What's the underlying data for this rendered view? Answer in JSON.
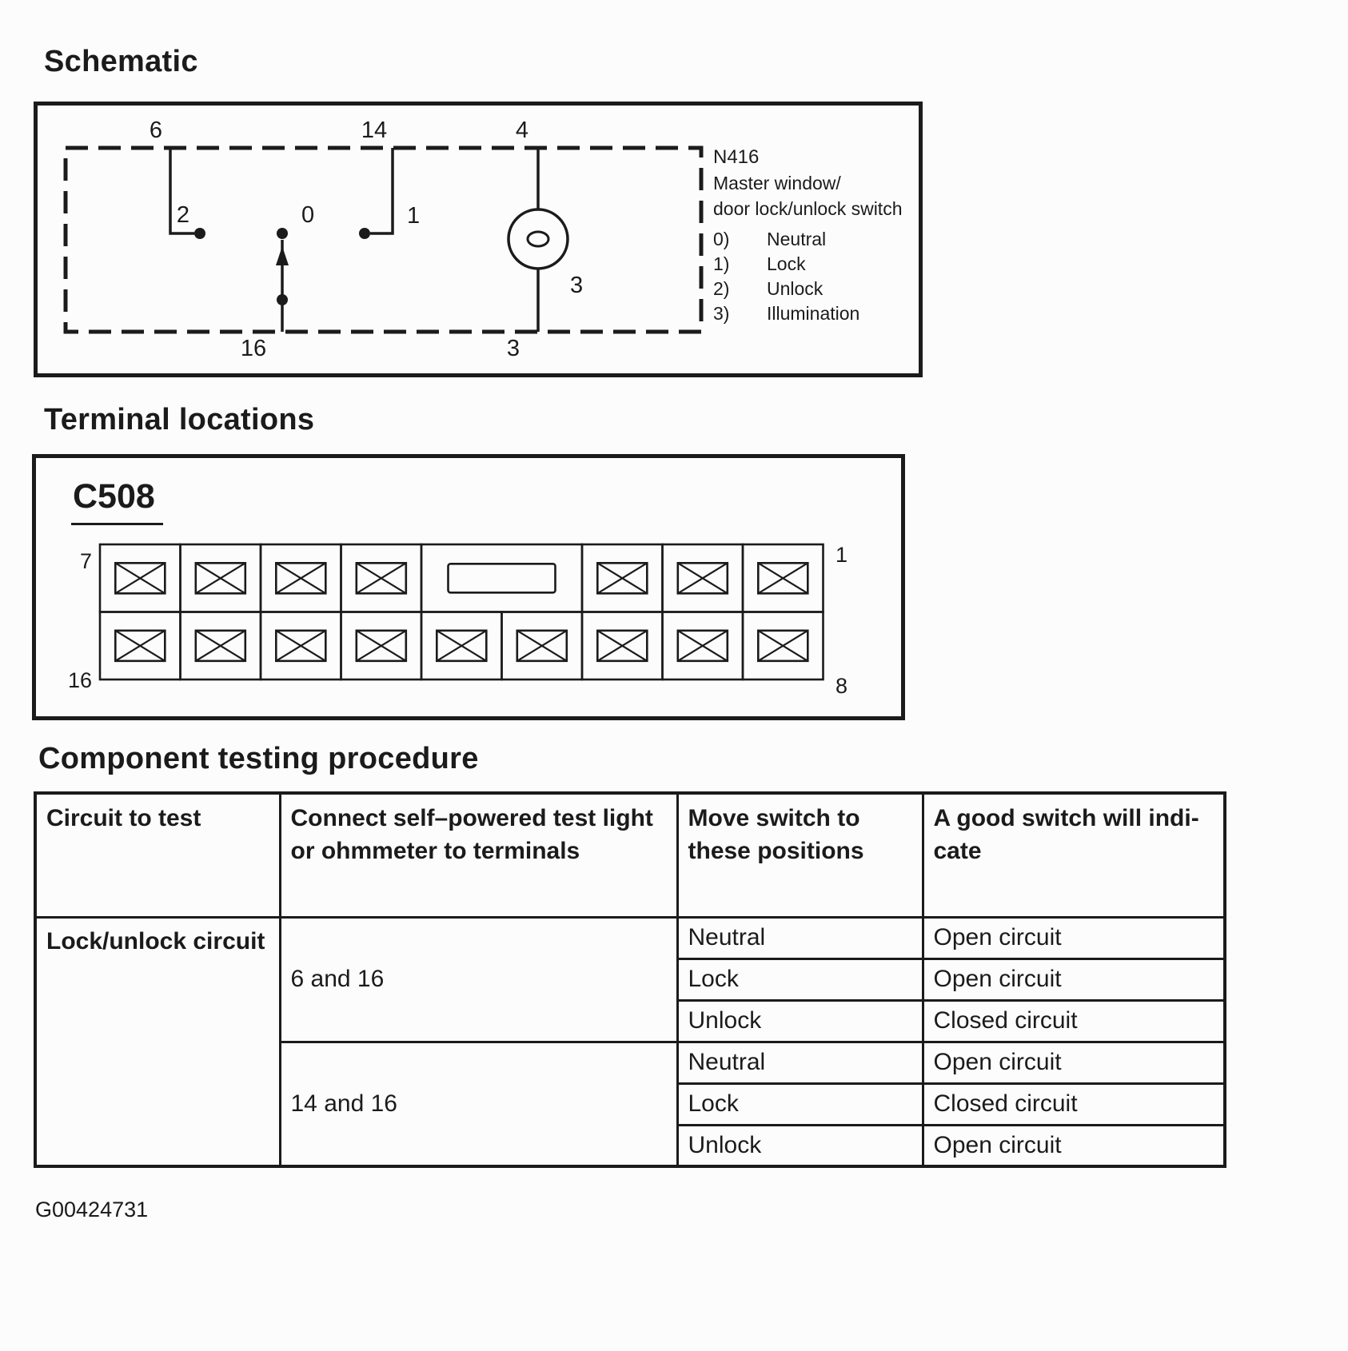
{
  "schematic": {
    "title": "Schematic",
    "component": {
      "id": "N416",
      "name_line1": "Master window/",
      "name_line2": "door lock/unlock switch",
      "positions": [
        {
          "num": "0)",
          "label": "Neutral"
        },
        {
          "num": "1)",
          "label": "Lock"
        },
        {
          "num": "2)",
          "label": "Unlock"
        },
        {
          "num": "3)",
          "label": "Illumination"
        }
      ]
    },
    "pins": {
      "top_left": "6",
      "top_middle": "14",
      "top_right": "4",
      "unlock_contact": "2",
      "neutral_contact": "0",
      "lock_contact": "1",
      "lamp": "3",
      "bottom_left": "16",
      "bottom_right": "3"
    }
  },
  "terminals": {
    "title": "Terminal locations",
    "connector_id": "C508",
    "corner_labels": {
      "top_left": "7",
      "top_right": "1",
      "bottom_left": "16",
      "bottom_right": "8"
    },
    "connector": {
      "top_row": [
        "x",
        "x",
        "x",
        "x",
        "key",
        "x",
        "x",
        "x"
      ],
      "bottom_row": [
        "x",
        "x",
        "x",
        "x",
        "x",
        "x",
        "x",
        "x",
        "x"
      ]
    }
  },
  "testing": {
    "title": "Component testing procedure",
    "headers": [
      "Circuit to test",
      "Connect self–powered test light\nor ohmmeter to terminals",
      "Move switch to\nthese positions",
      "A good switch will indi-\ncate"
    ],
    "circuit": "Lock/unlock circuit",
    "groups": [
      {
        "terminals": "6 and 16",
        "rows": [
          {
            "position": "Neutral",
            "result": "Open circuit"
          },
          {
            "position": "Lock",
            "result": "Open circuit"
          },
          {
            "position": "Unlock",
            "result": "Closed circuit"
          }
        ]
      },
      {
        "terminals": "14 and 16",
        "rows": [
          {
            "position": "Neutral",
            "result": "Open circuit"
          },
          {
            "position": "Lock",
            "result": "Closed circuit"
          },
          {
            "position": "Unlock",
            "result": "Open circuit"
          }
        ]
      }
    ]
  },
  "footer": {
    "figure_id": "G00424731"
  }
}
